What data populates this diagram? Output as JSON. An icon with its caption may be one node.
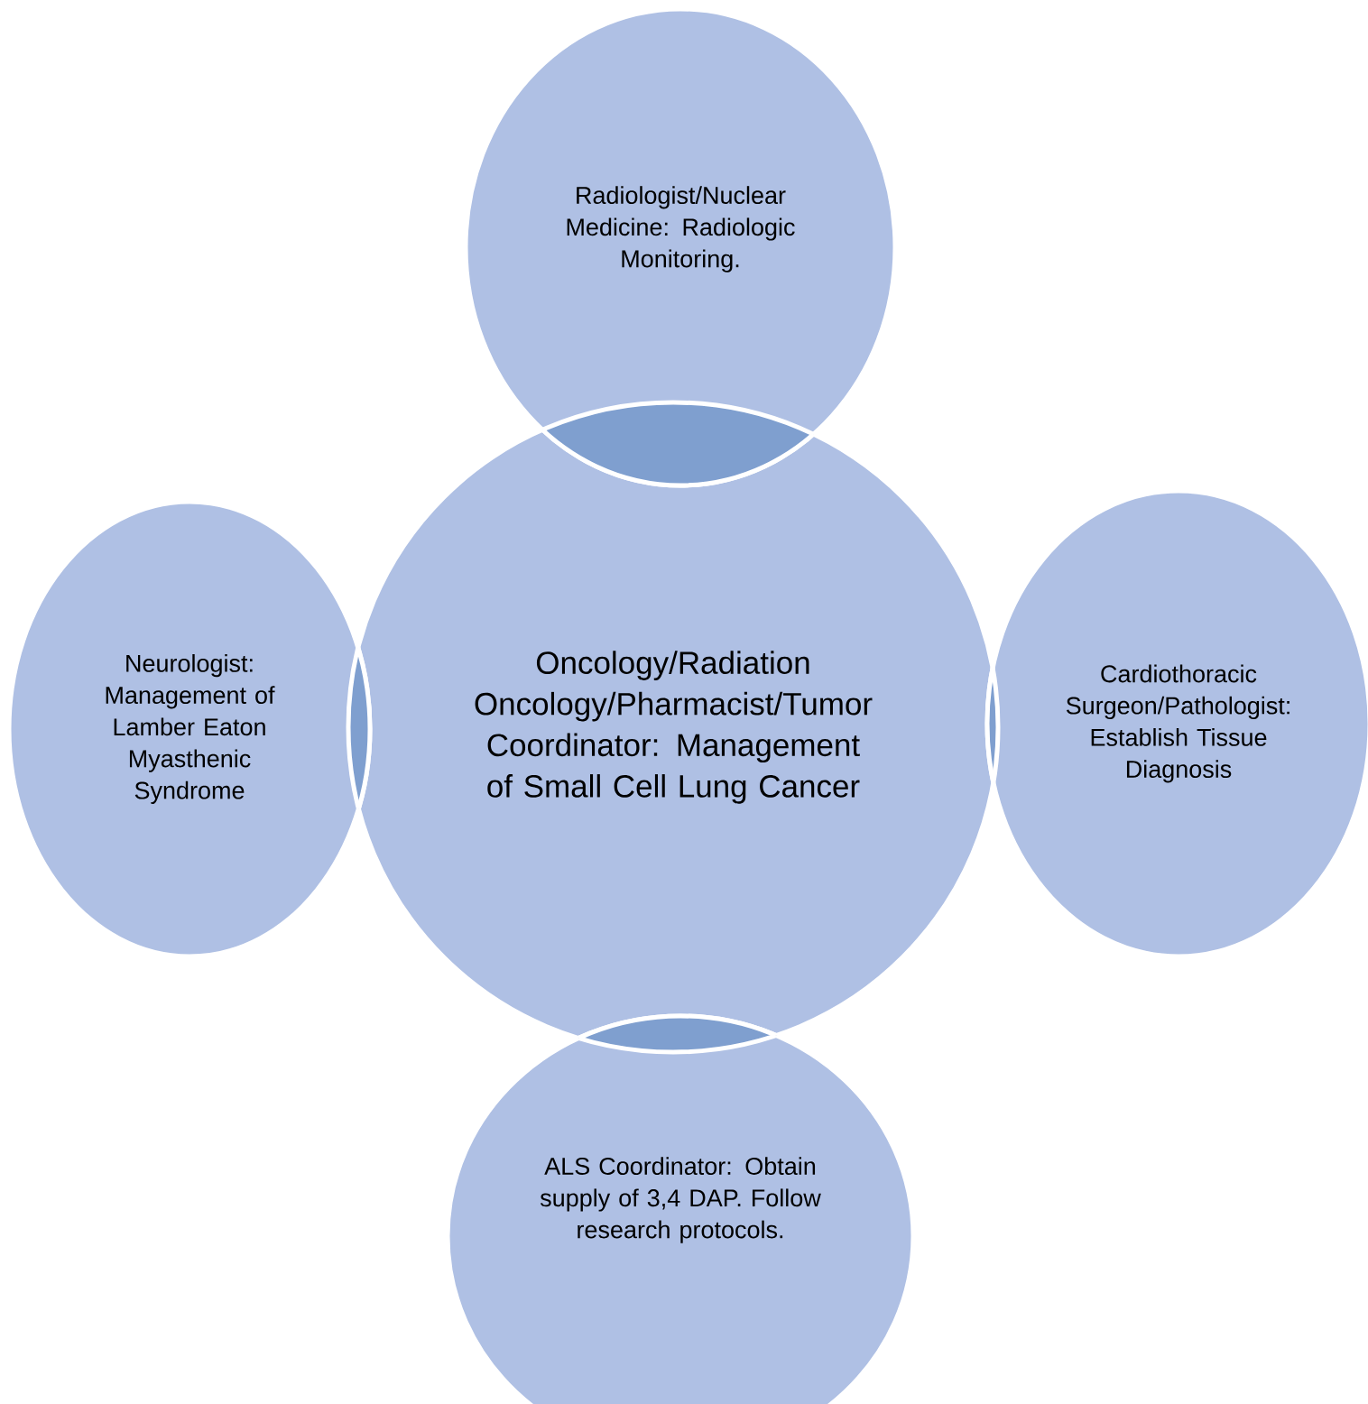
{
  "diagram": {
    "nodes": [
      {
        "text": [
          "Radiologist/Nuclear Medicine: Radiologic Monitoring."
        ]
      },
      {
        "text": [
          "Neurologist: Management of Lamber Eaton Myasthenic Syndrome"
        ]
      },
      {
        "text": [
          "Oncology/Radiation Oncology/Pharmacist/Tumor Coordinator: Management of Small Cell Lung Cancer"
        ]
      },
      {
        "text": [
          "Cardiothoracic Surgeon/Pathologist: Establish Tissue Diagnosis"
        ]
      },
      {
        "text": [
          "ALS Coordinator: Obtain supply of 3,4 DAP. Follow research protocols."
        ]
      }
    ]
  }
}
